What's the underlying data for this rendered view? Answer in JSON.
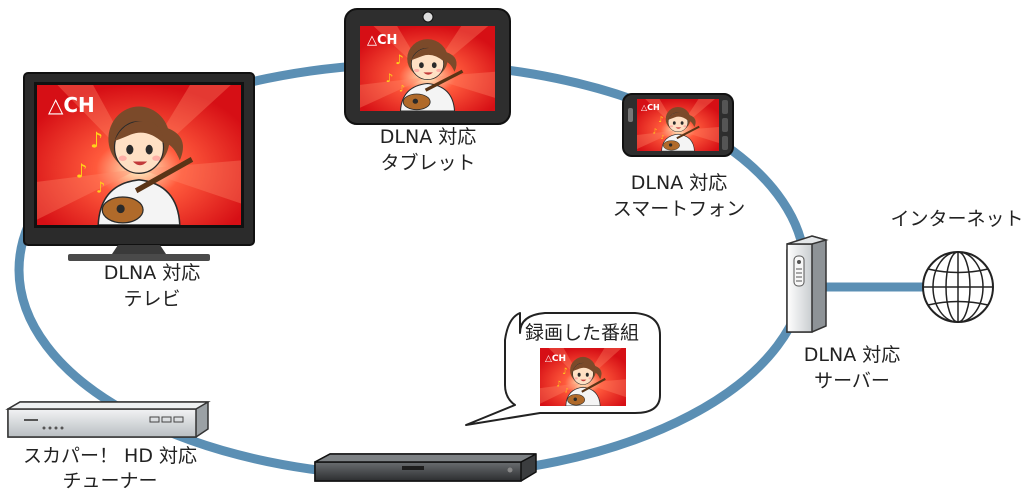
{
  "devices": {
    "tv": {
      "line1": "DLNA 対応",
      "line2": "テレビ"
    },
    "tablet": {
      "line1": "DLNA 対応",
      "line2": "タブレット"
    },
    "smartphone": {
      "line1": "DLNA 対応",
      "line2": "スマートフォン"
    },
    "server": {
      "line1": "DLNA 対応",
      "line2": "サーバー"
    },
    "tuner": {
      "line1": "スカパー！ HD 対応",
      "line2": "チューナー"
    }
  },
  "internet": {
    "label": "インターネット"
  },
  "bubble": {
    "label": "録画した番組"
  },
  "screen": {
    "channel_logo": "△CH"
  },
  "colors": {
    "network_ring": "#5b8fb4",
    "screen_red": "#e8151b",
    "device_dark": "#2e2e2e",
    "device_silver": "#cfd3d6"
  }
}
